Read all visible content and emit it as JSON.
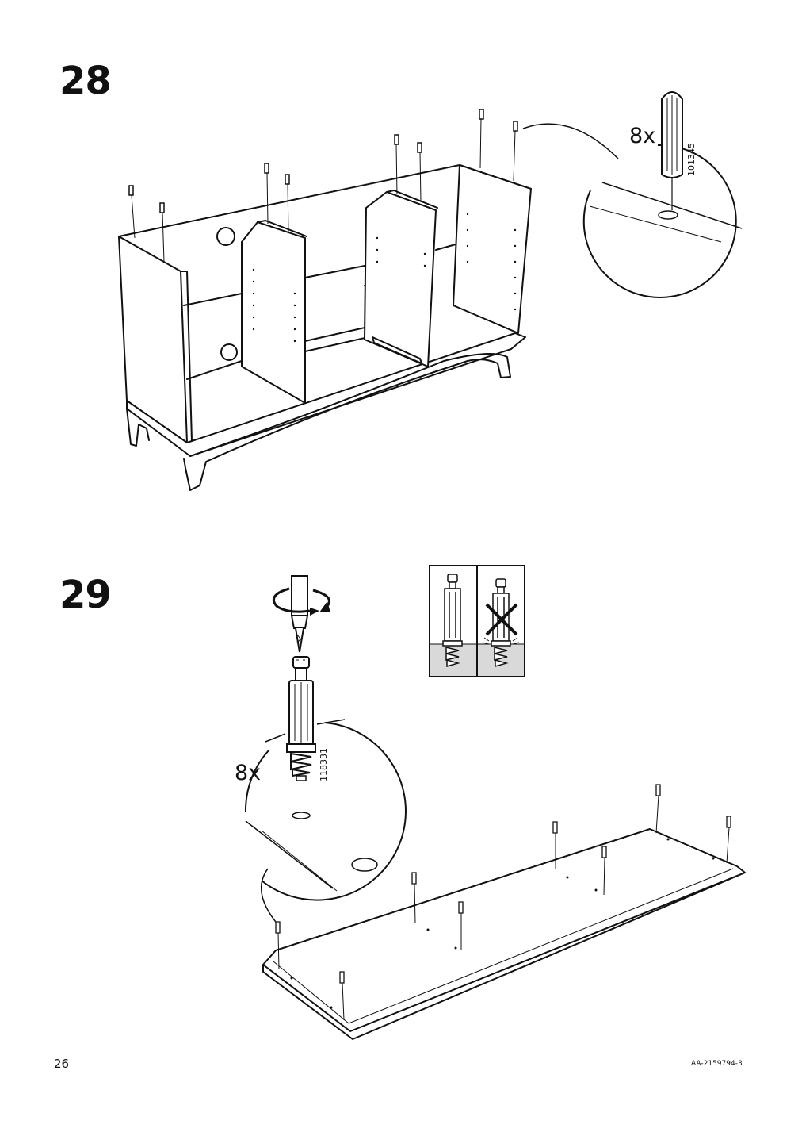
{
  "steps": [
    {
      "number": "28",
      "fastener": {
        "quantity": "8x",
        "part_number": "101345",
        "icon": "wooden-dowel-icon"
      }
    },
    {
      "number": "29",
      "fastener": {
        "quantity": "8x",
        "part_number": "118331",
        "icon": "cam-lock-dowel-icon"
      },
      "tool": {
        "icon": "screwdriver-clockwise-icon"
      },
      "guidance": {
        "correct_icon": "dowel-fully-seated-icon",
        "incorrect_icon": "dowel-overtightened-x-icon"
      }
    }
  ],
  "footer": {
    "page_number": "26",
    "document_code": "AA-2159794-3"
  },
  "colors": {
    "ink": "#111111",
    "paper": "#ffffff",
    "inset_shade": "#d9d9d9"
  }
}
